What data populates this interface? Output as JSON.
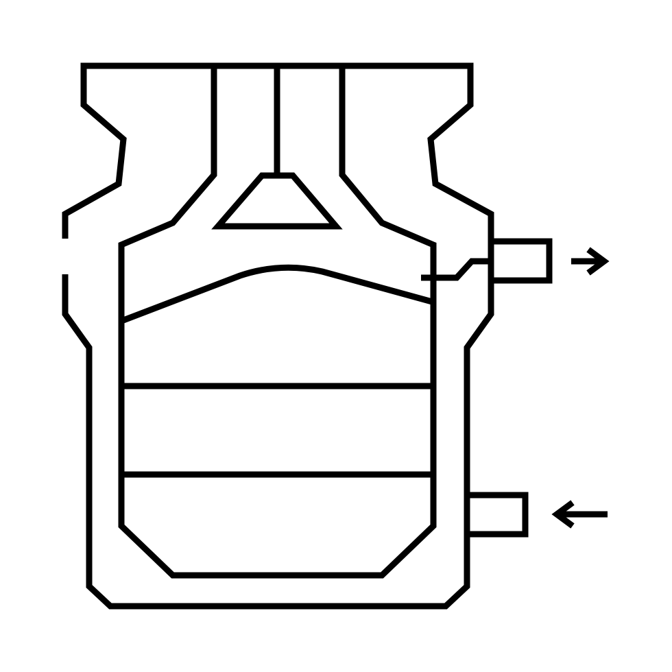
{
  "icon": {
    "name": "septic-tank-line-icon",
    "stroke_color": "#000000",
    "background_color": "#ffffff",
    "flows": [
      {
        "name": "outlet",
        "direction": "out",
        "arrow_icon": "arrow-right-icon"
      },
      {
        "name": "inlet",
        "direction": "in",
        "arrow_icon": "arrow-left-icon"
      }
    ]
  }
}
